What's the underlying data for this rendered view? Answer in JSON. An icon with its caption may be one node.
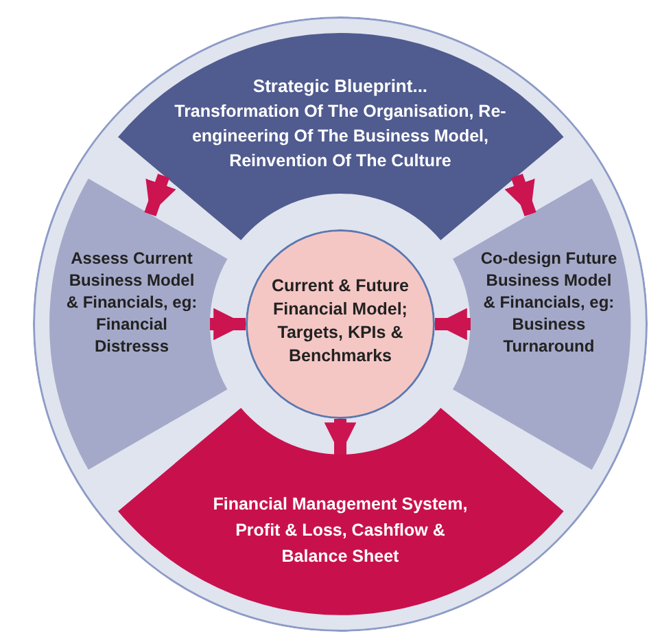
{
  "diagram": {
    "nodes": [
      {
        "text": [],
        "shape": "circle"
      },
      {
        "text": [
          "Strategic Blueprint...",
          "Transformation Of The Organisation, Re-engineering Of The Business Model, Reinvention Of The Culture"
        ],
        "in": 0
      },
      {
        "text": [
          "Assess Current Business Model & Financials, eg: Financial Distresss"
        ],
        "in": 0
      },
      {
        "text": [
          "Current & Future Financial Model; Targets, KPIs & Benchmarks"
        ],
        "in": 0
      },
      {
        "text": [
          "Co-design Future Business Model & Financials, eg: Business Turnaround"
        ],
        "in": 0
      },
      {
        "text": [
          "Financial Management System, Profit & Loss, Cashflow & Balance Sheet"
        ],
        "in": 0
      }
    ],
    "edges": [
      {
        "from": 1,
        "to": 2,
        "arrow": "to"
      },
      {
        "from": 1,
        "to": 4,
        "arrow": "to"
      },
      {
        "from": 2,
        "to": 3,
        "arrow": "to"
      },
      {
        "from": 4,
        "to": 3,
        "arrow": "to"
      },
      {
        "from": 3,
        "to": 5,
        "arrow": "to"
      }
    ]
  }
}
